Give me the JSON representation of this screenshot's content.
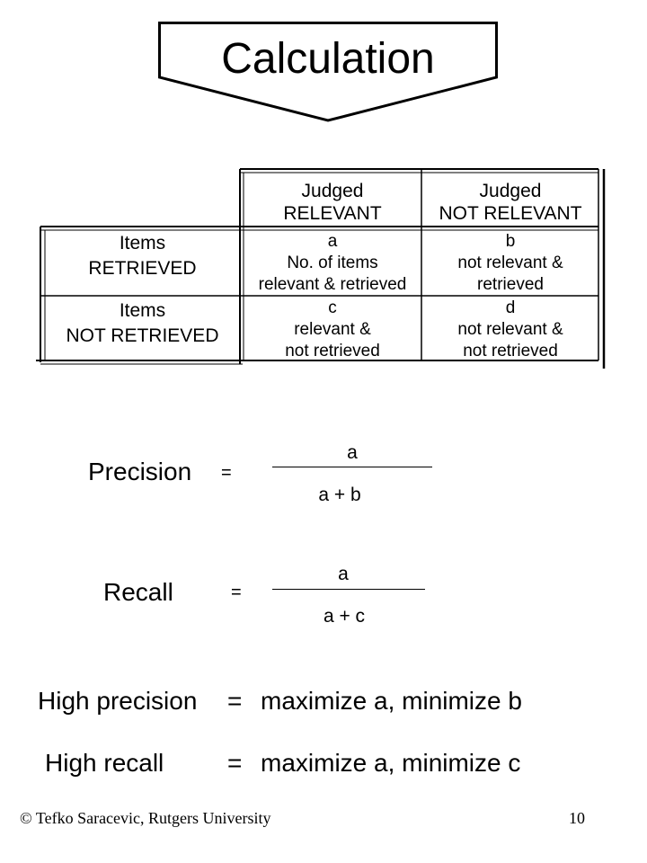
{
  "title": "Calculation",
  "table": {
    "col_headers": [
      {
        "line1": "Judged",
        "line2": "RELEVANT"
      },
      {
        "line1": "Judged",
        "line2": "NOT RELEVANT"
      }
    ],
    "rows": [
      {
        "label_line1": "Items",
        "label_line2": "RETRIEVED",
        "cells": [
          {
            "line1": "a",
            "line2": "No. of items",
            "line3": "relevant & retrieved"
          },
          {
            "line1": "b",
            "line2": "not relevant &",
            "line3": "retrieved"
          }
        ]
      },
      {
        "label_line1": "Items",
        "label_line2": "NOT RETRIEVED",
        "cells": [
          {
            "line1": "c",
            "line2": "relevant &",
            "line3": "not retrieved"
          },
          {
            "line1": "d",
            "line2": "not relevant &",
            "line3": "not retrieved"
          }
        ]
      }
    ]
  },
  "formulas": {
    "precision": {
      "label": "Precision",
      "equals": "=",
      "numerator": "a",
      "denominator": "a + b"
    },
    "recall": {
      "label": "Recall",
      "equals": "=",
      "numerator": "a",
      "denominator": "a + c"
    }
  },
  "statements": [
    {
      "label": "High precision",
      "equals": "=",
      "text": "maximize a, minimize b"
    },
    {
      "label": "High recall",
      "equals": "=",
      "text": "maximize a, minimize c"
    }
  ],
  "footer": {
    "credit": "© Tefko Saracevic, Rutgers University",
    "page_number": "10"
  }
}
